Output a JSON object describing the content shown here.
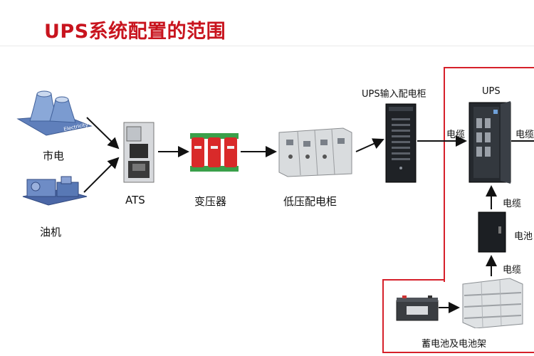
{
  "title": "UPS系统配置的范围",
  "nodes": {
    "utility": "市电",
    "generator": "油机",
    "ats": "ATS",
    "transformer": "变压器",
    "lv_cabinet": "低压配电柜",
    "ups_input_cabinet": "UPS输入配电柜",
    "ups": "UPS",
    "battery_pack": "蓄电池及电池架",
    "battery_switch": "电池"
  },
  "cables": {
    "in_to_ups": "电缆",
    "ups_out": "电缆",
    "switch_to_ups": "电缆",
    "battery_to_switch": "电缆"
  },
  "colors": {
    "title": "#c8141e",
    "frame": "#d6202a",
    "transformer": "#d92a2a",
    "transformer_frame": "#3aa04a"
  }
}
